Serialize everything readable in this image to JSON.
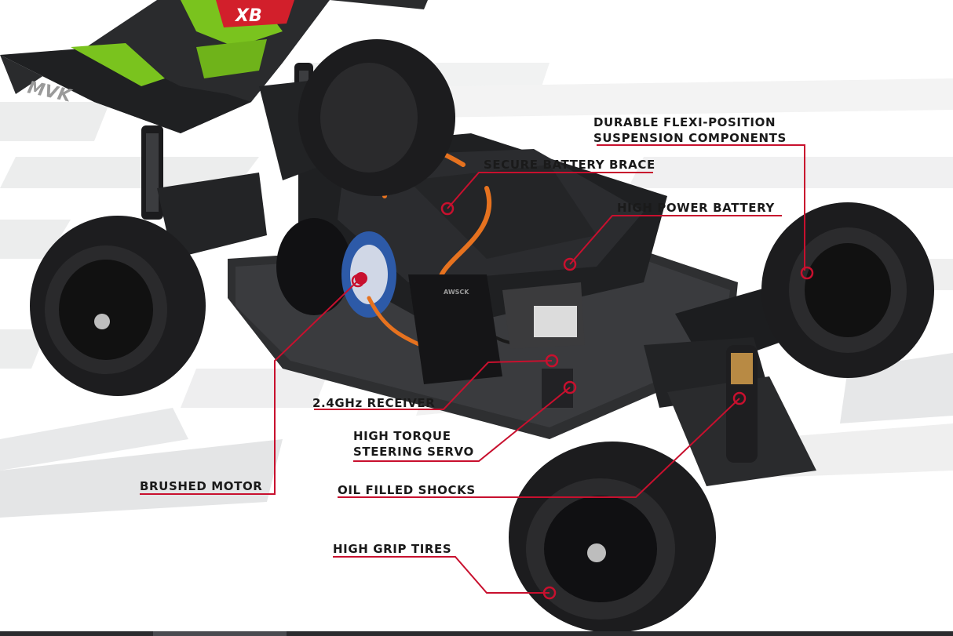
{
  "brand": {
    "logo_text": "MVK",
    "badge_text": "XB",
    "esc_text": "AWSCK"
  },
  "colors": {
    "leader": "#c8102e",
    "label_text": "#1a1a1a",
    "body_green": "#7ac31e",
    "tire": "#1d1d1f",
    "chassis": "#2b2c2e",
    "background": "#ffffff"
  },
  "features": [
    {
      "id": "suspension",
      "text": "DURABLE FLEXI-POSITION\nSUSPENSION COMPONENTS"
    },
    {
      "id": "battery-brace",
      "text": "SECURE BATTERY BRACE"
    },
    {
      "id": "battery",
      "text": "HIGH POWER BATTERY"
    },
    {
      "id": "receiver",
      "text": "2.4GHz RECEIVER"
    },
    {
      "id": "servo",
      "text": "HIGH TORQUE\nSTEERING SERVO"
    },
    {
      "id": "motor",
      "text": "BRUSHED MOTOR"
    },
    {
      "id": "shocks",
      "text": "OIL FILLED SHOCKS"
    },
    {
      "id": "tires",
      "text": "HIGH GRIP TIRES"
    }
  ]
}
